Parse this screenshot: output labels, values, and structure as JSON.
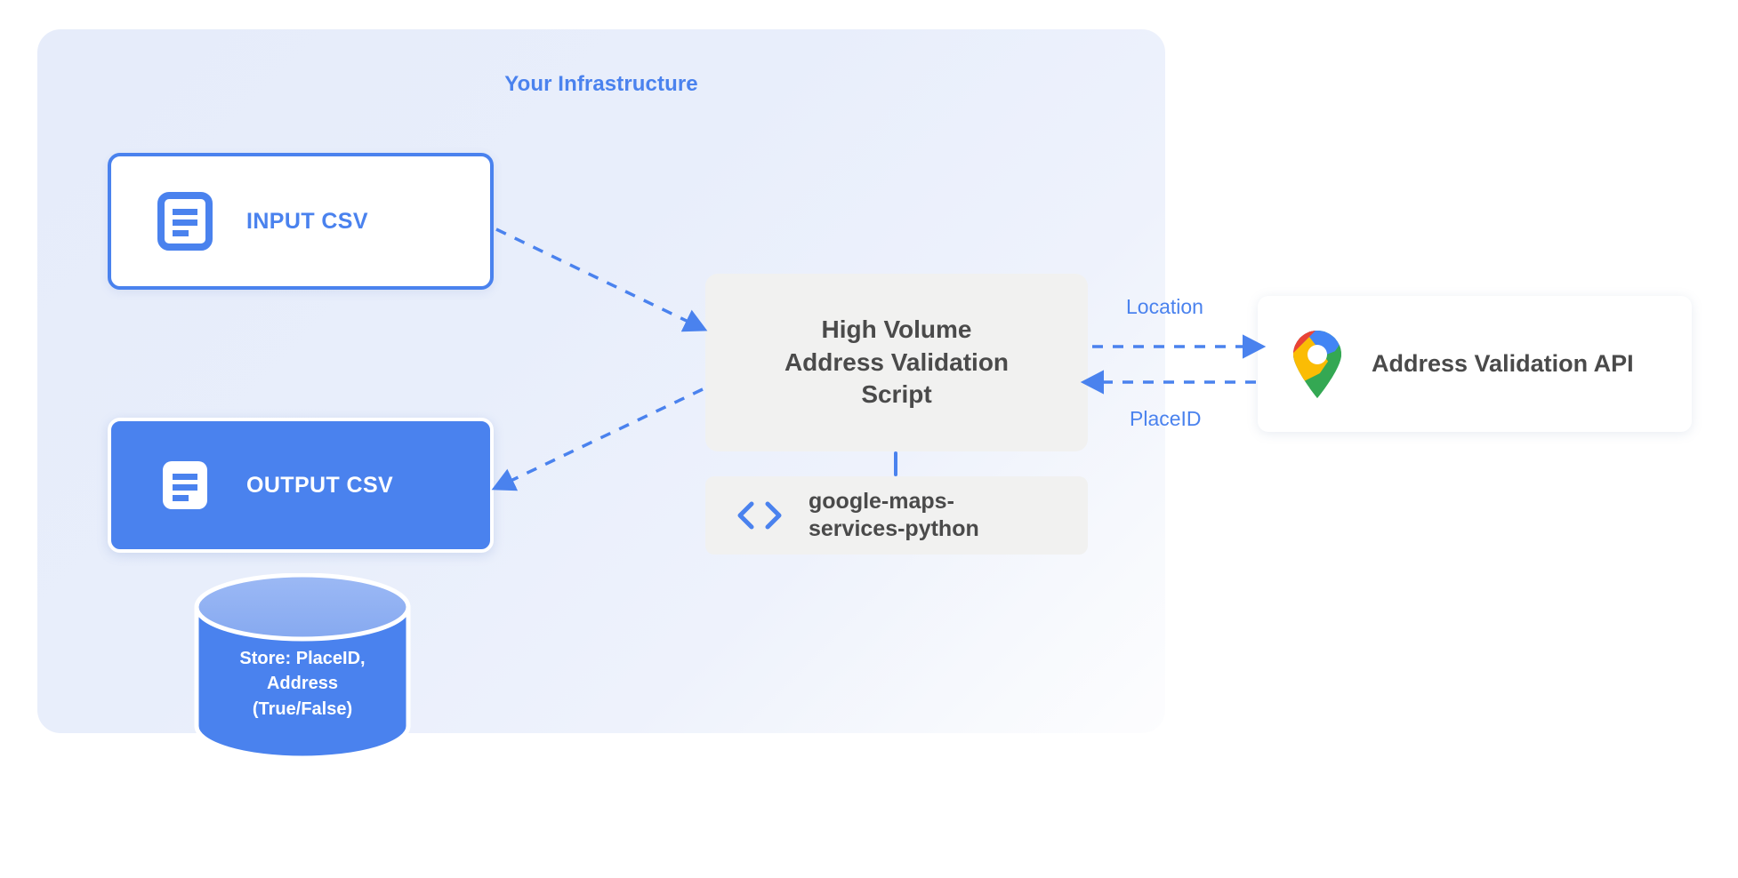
{
  "container": {
    "title": "Your Infrastructure",
    "title_color": "#4a82ee",
    "background_color": "#e8eefb"
  },
  "nodes": {
    "input_csv": {
      "label": "INPUT CSV",
      "icon": "document-icon",
      "fill": "#ffffff",
      "border_color": "#4a82ee",
      "text_color": "#4a82ee"
    },
    "output_csv": {
      "label": "OUTPUT CSV",
      "icon": "document-icon",
      "fill": "#4a82ee",
      "border_color": "#ffffff",
      "text_color": "#ffffff"
    },
    "script": {
      "label": "High Volume Address Validation Script",
      "line1": "High Volume",
      "line2": "Address Validation",
      "line3": "Script",
      "fill": "#f1f1f0",
      "text_color": "#4a4a4a"
    },
    "library": {
      "label": "google-maps-services-python",
      "line1": "google-maps-",
      "line2": "services-python",
      "icon": "code-brackets-icon",
      "icon_color": "#4a82ee",
      "fill": "#f1f1f0",
      "text_color": "#4a4a4a"
    },
    "api": {
      "label": "Address Validation API",
      "icon": "google-maps-pin-icon",
      "fill": "#ffffff",
      "text_color": "#4a4a4a"
    },
    "database": {
      "line1": "Store: PlaceID,",
      "line2": "Address",
      "line3": "(True/False)",
      "label": "Store: PlaceID, Address (True/False)",
      "body_color": "#4a82ee",
      "top_color": "#8fb0f2",
      "text_color": "#ffffff"
    }
  },
  "edges": [
    {
      "name": "input-to-script",
      "label": "",
      "style": "dashed",
      "direction": "right-down",
      "color": "#4a82ee"
    },
    {
      "name": "script-to-output",
      "label": "",
      "style": "dashed",
      "direction": "left-down",
      "color": "#4a82ee"
    },
    {
      "name": "script-to-api",
      "label": "Location",
      "style": "dashed",
      "direction": "right",
      "color": "#4a82ee"
    },
    {
      "name": "api-to-script",
      "label": "PlaceID",
      "style": "dashed",
      "direction": "left",
      "color": "#4a82ee"
    }
  ],
  "edge_labels": {
    "location": "Location",
    "placeid": "PlaceID"
  }
}
